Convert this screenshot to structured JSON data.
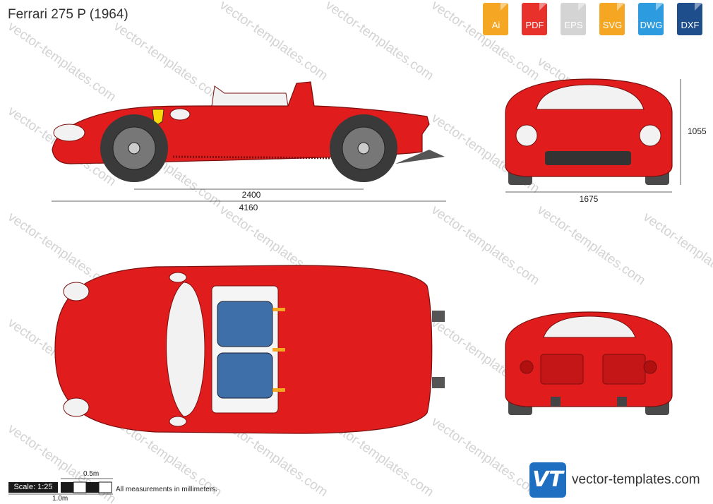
{
  "title": "Ferrari 275 P (1964)",
  "formats": [
    {
      "label": "Ai",
      "color": "#f5a623"
    },
    {
      "label": "PDF",
      "color": "#e8312a"
    },
    {
      "label": "EPS",
      "color": "#d9d9d9"
    },
    {
      "label": "SVG",
      "color": "#f5a623"
    },
    {
      "label": "DWG",
      "color": "#2d9be0"
    },
    {
      "label": "DXF",
      "color": "#1f4e8c"
    }
  ],
  "dimensions": {
    "wheelbase": "2400",
    "length": "4160",
    "width": "1675",
    "height": "1055"
  },
  "scale": {
    "label": "Scale: 1:25",
    "half": "0.5m",
    "full": "1.0m"
  },
  "note": "All measurements in millimeters.",
  "watermark": "vector-templates.com",
  "brand": {
    "logo": "VT",
    "text": "vector-templates.com"
  },
  "colors": {
    "body": "#e01c1c",
    "outline": "#7a0f0f",
    "seat": "#3f6fa8",
    "tire": "#3a3a3a"
  }
}
